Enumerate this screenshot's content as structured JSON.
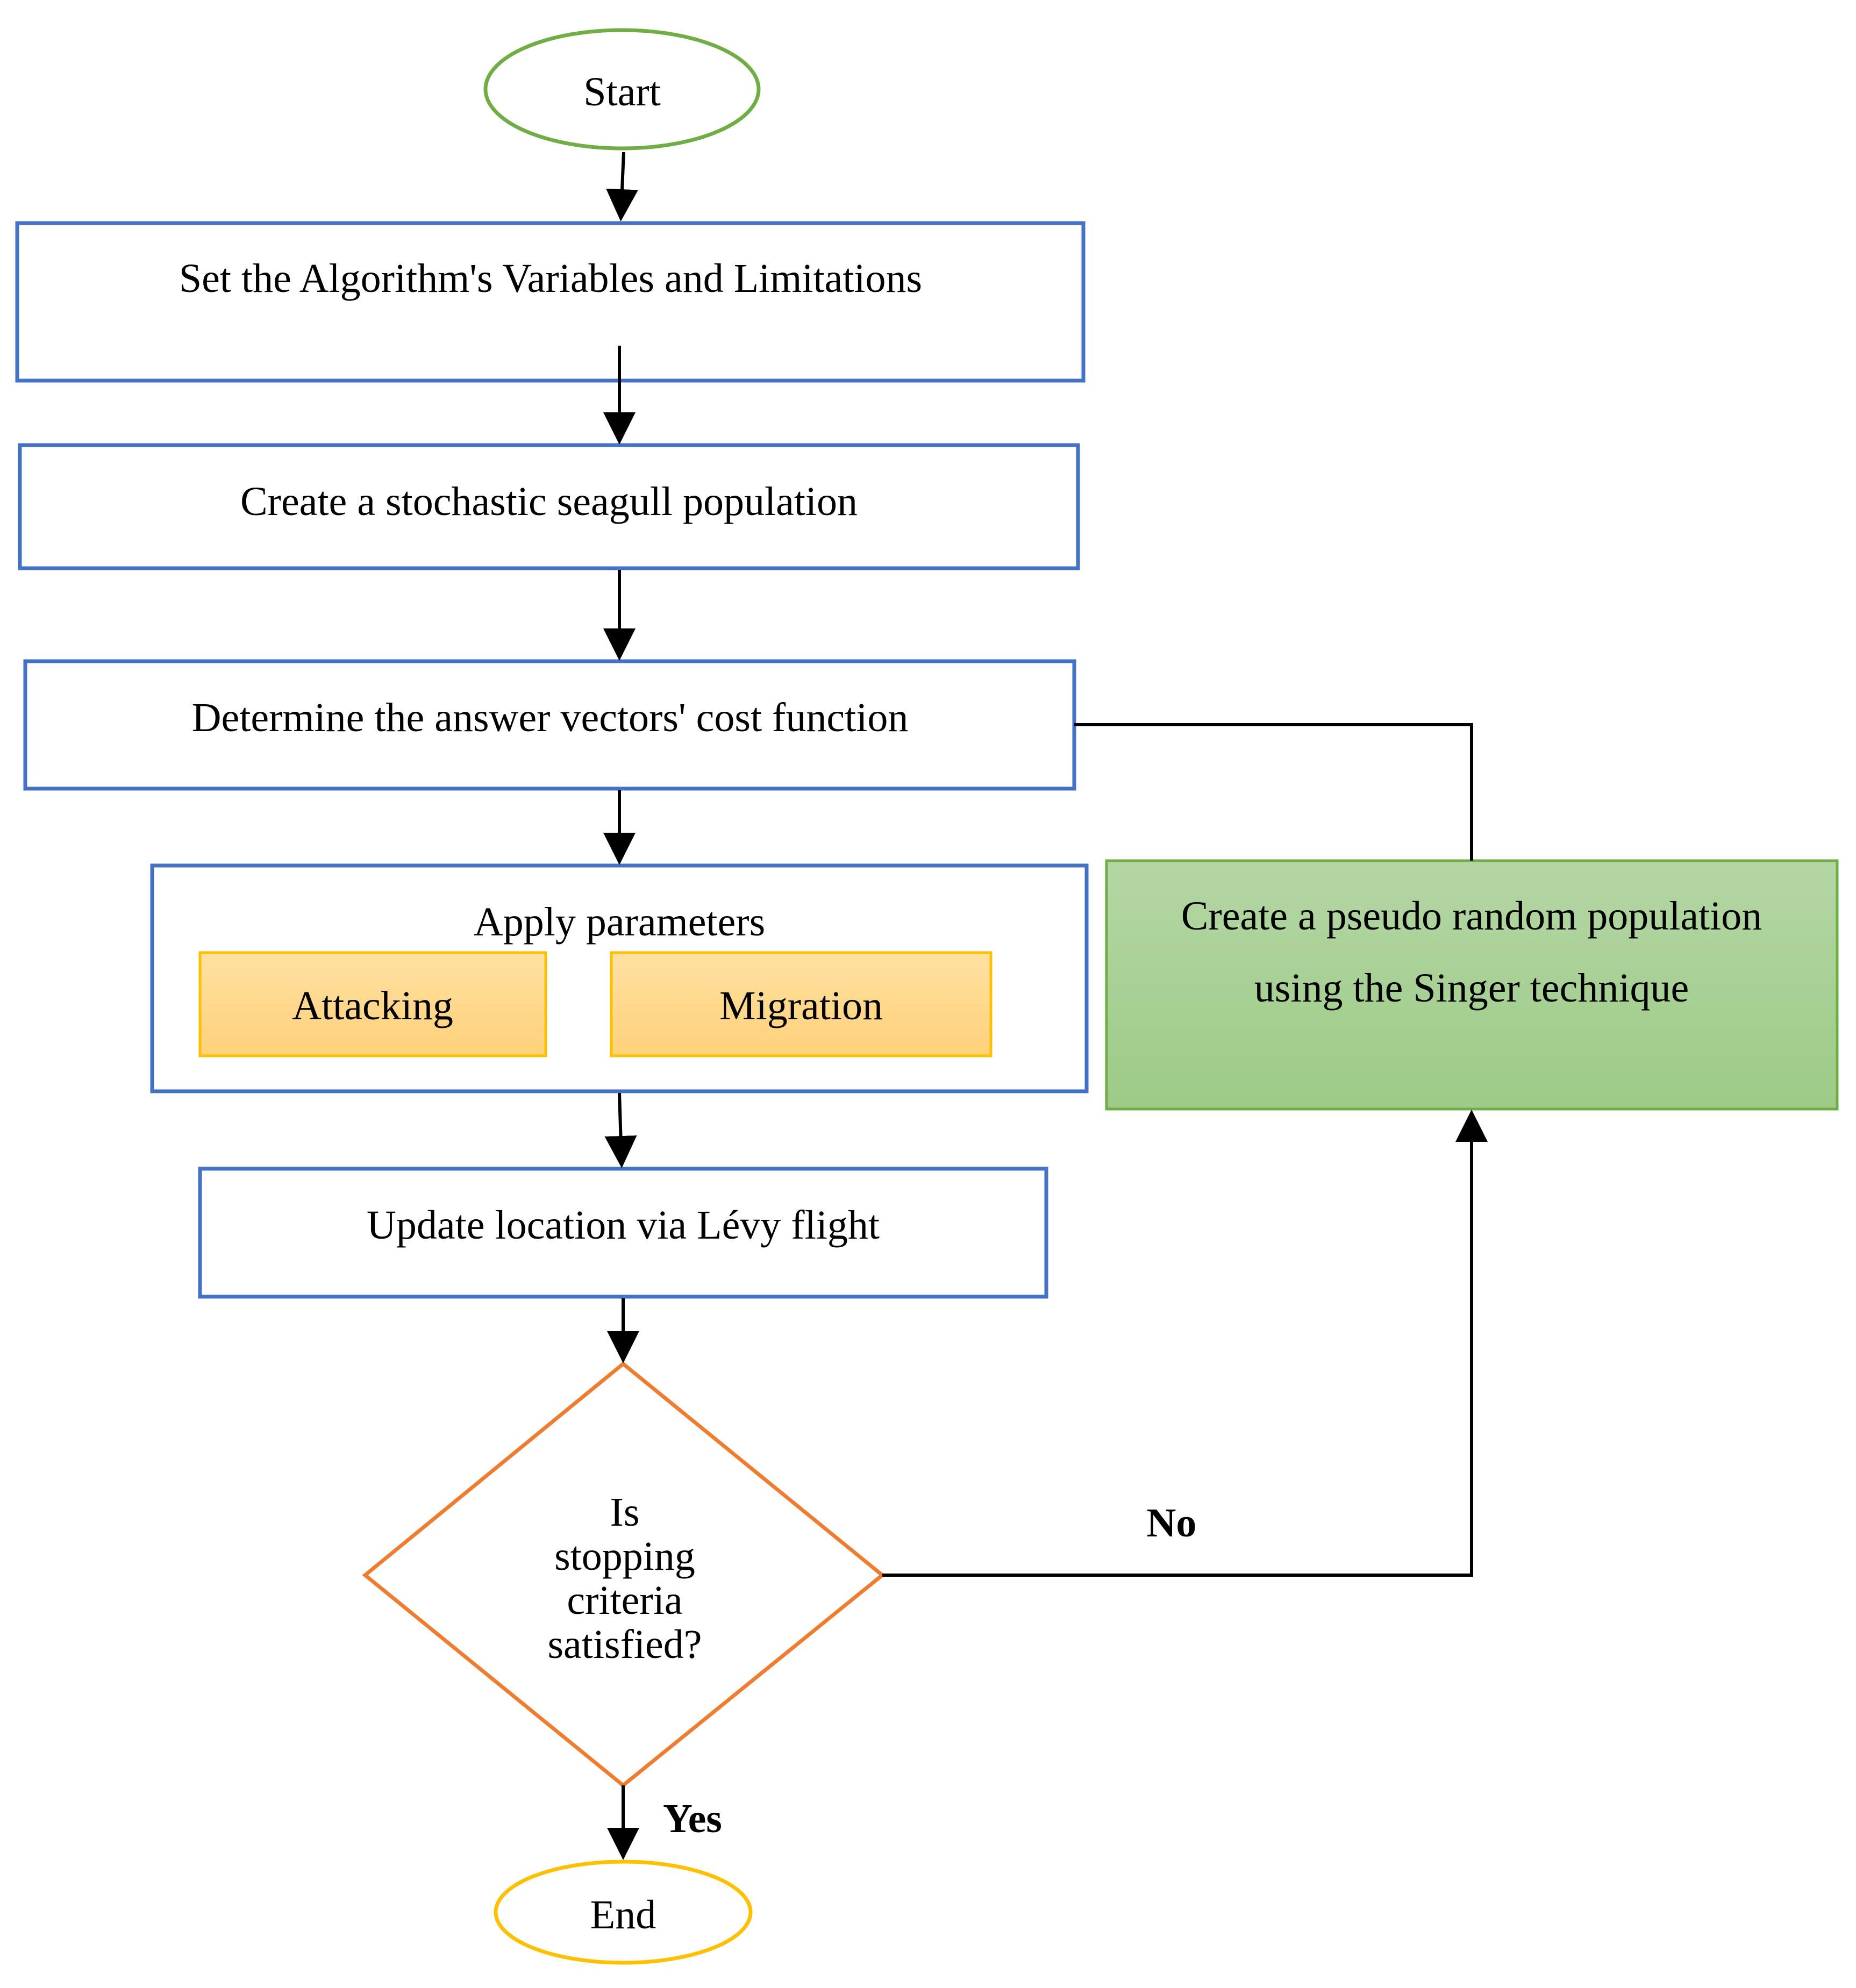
{
  "start": {
    "label": "Start"
  },
  "set_variables": {
    "label": "Set the Algorithm's Variables and Limitations"
  },
  "create_population": {
    "label": "Create a stochastic seagull population"
  },
  "cost_function": {
    "label": "Determine the answer vectors' cost function"
  },
  "apply_parameters": {
    "label": "Apply parameters",
    "attacking": "Attacking",
    "migration": "Migration"
  },
  "update_location": {
    "label": "Update location via Lévy flight"
  },
  "decision": {
    "lines": [
      "Is",
      "stopping",
      "criteria",
      "satisfied?"
    ]
  },
  "singer": {
    "lines": [
      "Create a pseudo random population",
      "using the Singer technique"
    ]
  },
  "branch_labels": {
    "no": "No",
    "yes": "Yes"
  },
  "end": {
    "label": "End"
  },
  "colors": {
    "process_border": "#4472C4",
    "start_border": "#70AD47",
    "decision_border": "#ED7D31",
    "end_border": "#FFC000",
    "sub_fill": "#FFD98C",
    "sub_border": "#FFC000",
    "singer_fill_top": "#B4D6A4",
    "singer_fill_bottom": "#9DCB87",
    "singer_border": "#70AD47",
    "arrow": "#000000"
  }
}
